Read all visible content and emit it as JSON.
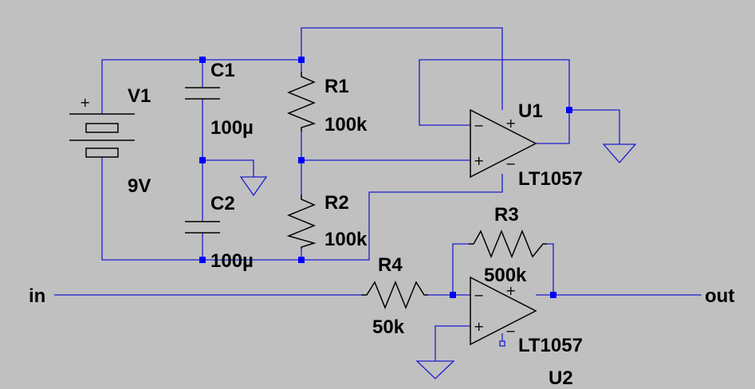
{
  "colors": {
    "background": "#c0c0c0",
    "wire": "#1c1cd0",
    "junction": "#0000ff",
    "component": "#000000"
  },
  "components": {
    "V1": {
      "name": "V1",
      "value": "9V"
    },
    "C1": {
      "name": "C1",
      "value": "100µ"
    },
    "C2": {
      "name": "C2",
      "value": "100µ"
    },
    "R1": {
      "name": "R1",
      "value": "100k"
    },
    "R2": {
      "name": "R2",
      "value": "100k"
    },
    "R3": {
      "name": "R3",
      "value": "500k"
    },
    "R4": {
      "name": "R4",
      "value": "50k"
    },
    "U1": {
      "name": "U1",
      "model": "LT1057"
    },
    "U2": {
      "name": "U2",
      "model": "LT1057"
    }
  },
  "nets": {
    "input": "in",
    "output": "out"
  },
  "pin_symbols": {
    "plus": "+",
    "minus": "−"
  }
}
